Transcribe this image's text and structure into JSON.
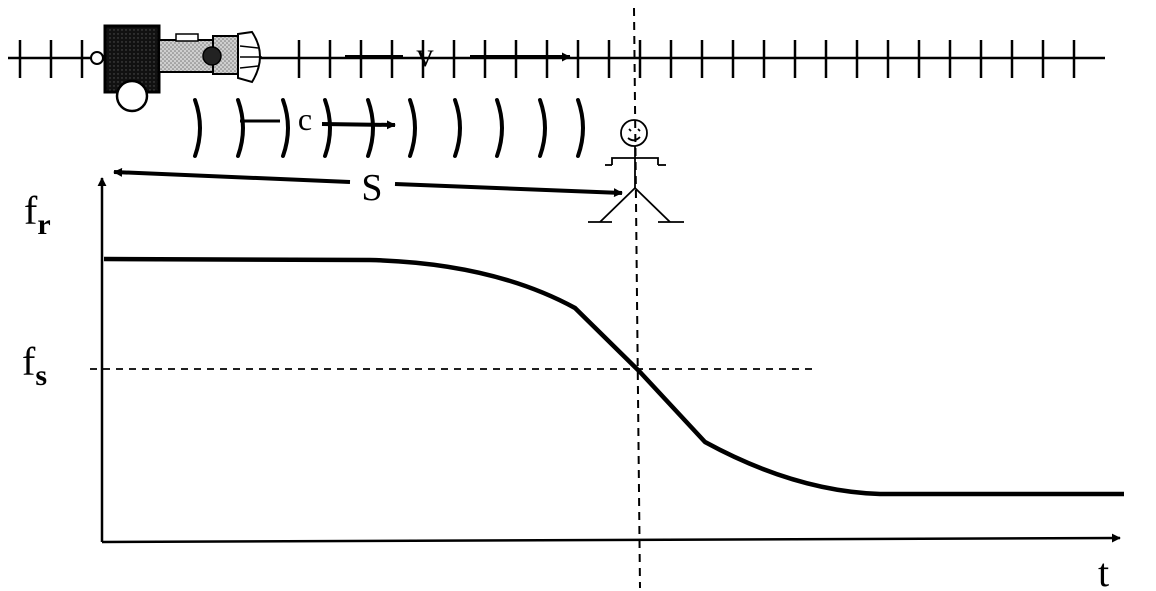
{
  "labels": {
    "velocity": "v",
    "sound_speed": "c",
    "distance": "S",
    "received_freq_base": "f",
    "received_freq_sub": "r",
    "source_freq_base": "f",
    "source_freq_sub": "s",
    "time_axis": "t"
  },
  "colors": {
    "ink": "#000000",
    "train_body": "#c8c8c8",
    "background": "#ffffff"
  },
  "icons": [
    "train-icon",
    "sound-wave-icon",
    "observer-icon",
    "arrow-icon"
  ]
}
